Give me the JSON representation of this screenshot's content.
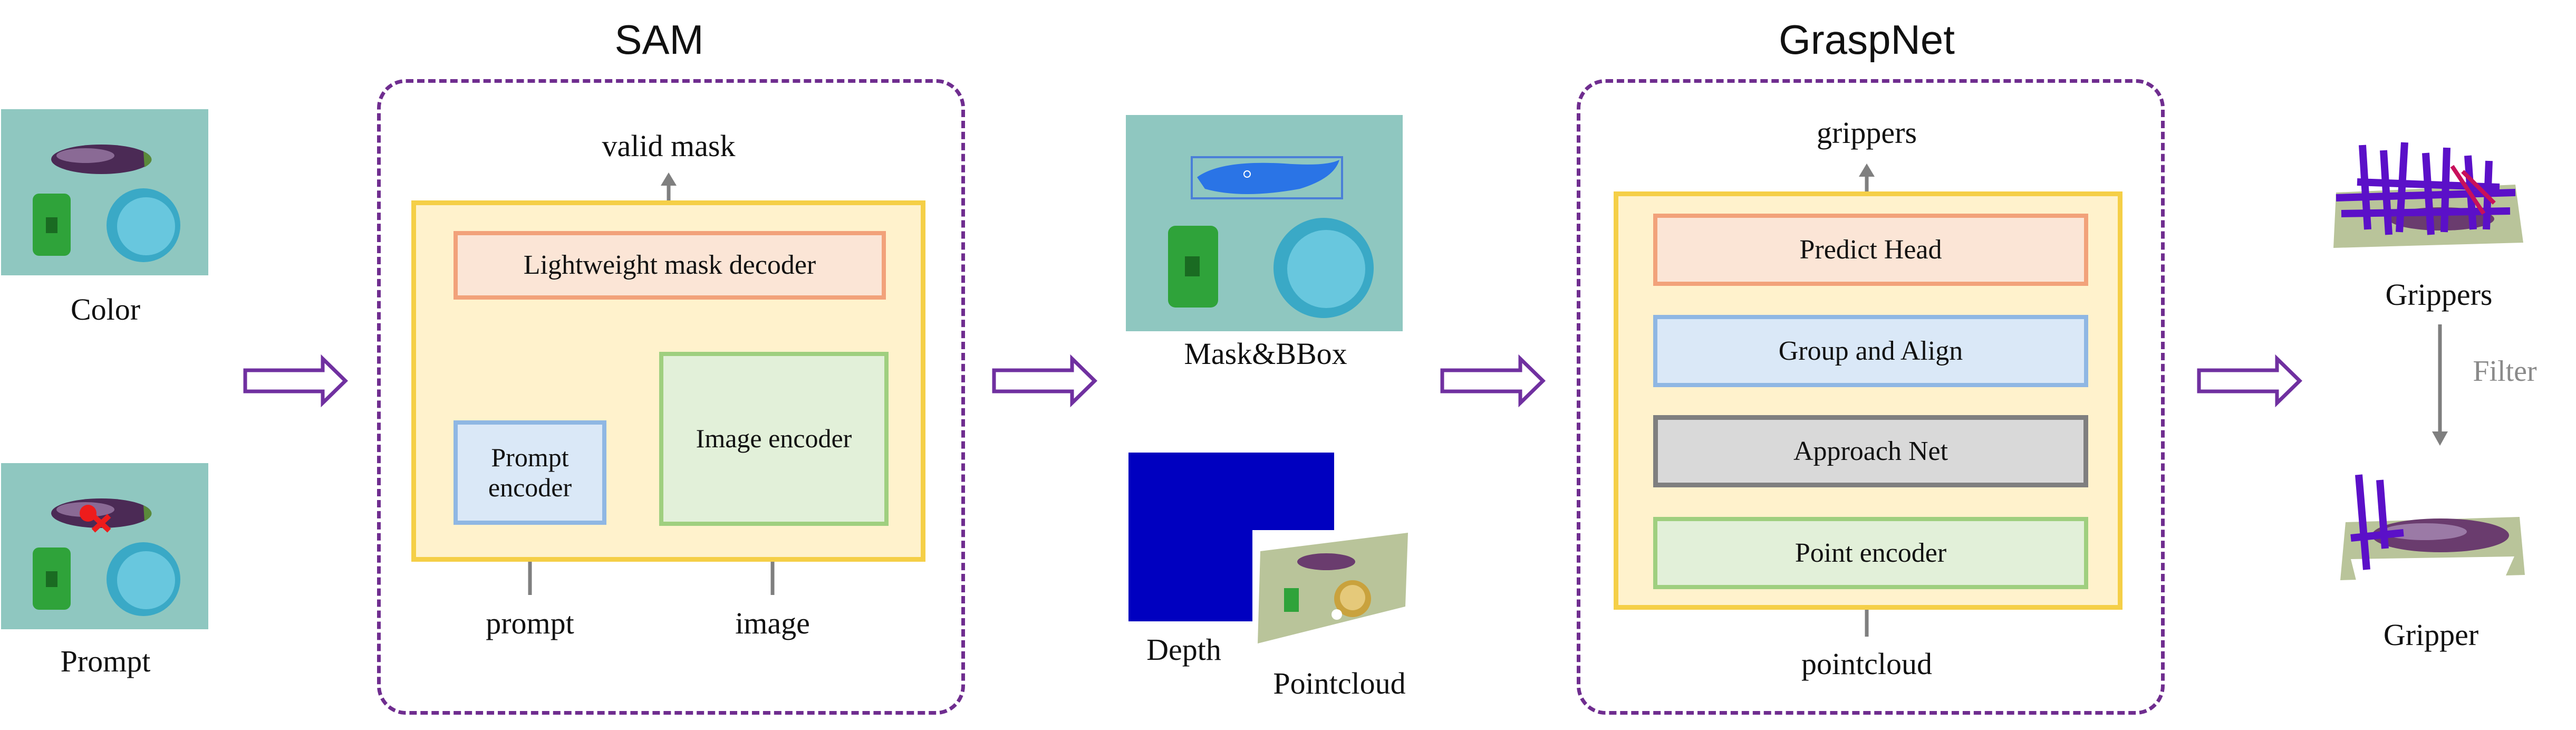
{
  "colors": {
    "dashed_border": "#6f2d8f",
    "yellow_fill": "#fff2cc",
    "yellow_border": "#f5cf47",
    "orange_fill": "#fbe5d6",
    "orange_border": "#f2a27a",
    "blue_fill": "#dae8f7",
    "blue_border": "#8fb7e3",
    "green_fill": "#e2f0d9",
    "green_border": "#9fcf7f",
    "gray_fill": "#d9d9d9",
    "gray_border": "#7f7f7f",
    "arrow": "#7f7f7f",
    "process_arrow": "#7030a0",
    "depth_blue": "#0000c0",
    "scene_table": "#8fc7c0"
  },
  "inputs": {
    "color_label": "Color",
    "prompt_label": "Prompt"
  },
  "sam": {
    "title": "SAM",
    "output_label": "valid mask",
    "decoder_label": "Lightweight mask decoder",
    "prompt_encoder_label": "Prompt\nencoder",
    "image_encoder_label": "Image encoder",
    "prompt_input": "prompt",
    "image_input": "image"
  },
  "intermediate": {
    "mask_label": "Mask&BBox",
    "depth_label": "Depth",
    "pointcloud_label": "Pointcloud"
  },
  "graspnet": {
    "title": "GraspNet",
    "output_label": "grippers",
    "predict_head_label": "Predict Head",
    "group_align_label": "Group and Align",
    "approach_net_label": "Approach Net",
    "point_encoder_label": "Point encoder",
    "input_label": "pointcloud"
  },
  "outputs": {
    "grippers_label": "Grippers",
    "filter_label": "Filter",
    "gripper_label": "Gripper"
  }
}
